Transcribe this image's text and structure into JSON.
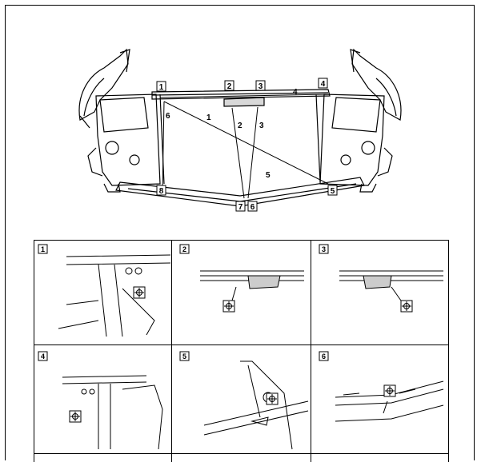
{
  "main_diagram": {
    "box_labels": [
      "1",
      "2",
      "3",
      "4",
      "5",
      "6",
      "7",
      "8"
    ],
    "line_labels": [
      "1",
      "2",
      "3",
      "4",
      "5",
      "6"
    ]
  },
  "detail_cells": [
    {
      "label": "1"
    },
    {
      "label": "2"
    },
    {
      "label": "3"
    },
    {
      "label": "4"
    },
    {
      "label": "5"
    },
    {
      "label": "6"
    }
  ],
  "symbols": {
    "measurement_point": "crosshair-symbol"
  }
}
